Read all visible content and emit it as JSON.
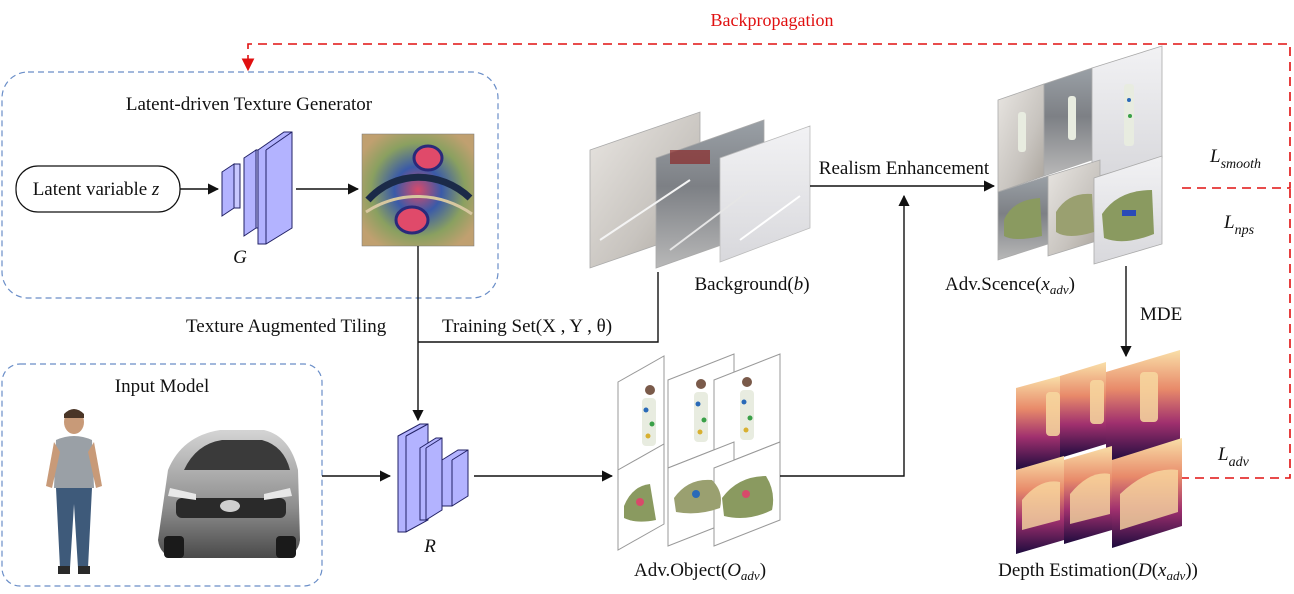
{
  "labels": {
    "backprop": "Backpropagation",
    "generator_title": "Latent-driven Texture Generator",
    "latent_prefix": "Latent variable ",
    "latent_var": "z",
    "g_symbol": "G",
    "texture_tiling": "Texture Augmented Tiling",
    "training_set": "Training Set(X , Y , θ)",
    "input_model": "Input Model",
    "r_symbol": "R",
    "realism": "Realism Enhancement",
    "background_prefix": "Background(",
    "background_var": "b",
    "background_suffix": ")",
    "adv_scene_prefix": "Adv.Scence(",
    "adv_scene_var": "x",
    "adv_scene_sub": "adv",
    "adv_scene_suffix": ")",
    "adv_object_prefix": "Adv.Object(",
    "adv_object_var": "O",
    "adv_object_sub": "adv",
    "adv_object_suffix": ")",
    "mde": "MDE",
    "depth_prefix": "Depth Estimation(",
    "depth_fn": "D",
    "depth_open": "(",
    "depth_var": "x",
    "depth_sub": "adv",
    "depth_suffix": "))",
    "l_smooth": "L",
    "l_smooth_sub": "smooth",
    "l_nps": "L",
    "l_nps_sub": "nps",
    "l_adv": "L",
    "l_adv_sub": "adv"
  },
  "colors": {
    "backprop_line": "#e01010",
    "dashed_box": "#6a8ec8",
    "network_block": "#b3b3ff",
    "network_stroke": "#222266",
    "depth_dark": "#1a0a3a",
    "depth_light": "#f6d49a"
  },
  "icons": [
    "texture-noise-image",
    "person-model-icon",
    "car-model-icon",
    "street-photo",
    "depth-map"
  ]
}
